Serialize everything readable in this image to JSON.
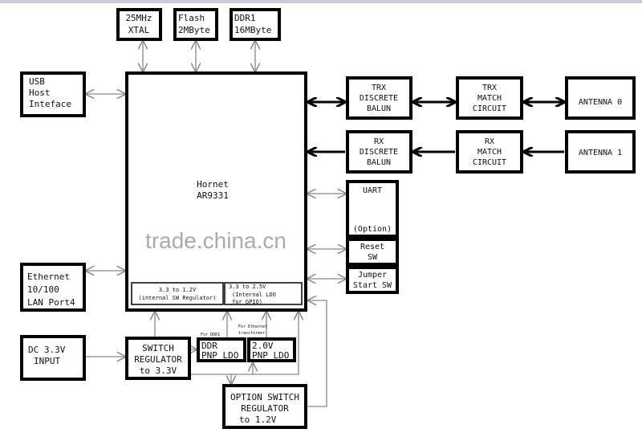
{
  "chip": {
    "name": "Hornet",
    "model": "AR9331",
    "reg1_line1": "3.3 to 1.2V",
    "reg1_line2": "(internal SW Regulator)",
    "reg2_line1": "3.3 to 2.5V",
    "reg2_line2": "(Internal LDO",
    "reg2_line3": "for GPIO)"
  },
  "top": [
    {
      "l1": "25MHz",
      "l2": "XTAL"
    },
    {
      "l1": "Flash",
      "l2": "2MByte"
    },
    {
      "l1": "DDR1",
      "l2": "16MByte"
    }
  ],
  "usb": {
    "l1": "USB",
    "l2": "Host",
    "l3": "Inteface"
  },
  "ethernet": {
    "l1": "Ethernet",
    "l2": "10/100",
    "l3": "LAN Port4"
  },
  "dc": {
    "l1": "DC  3.3V",
    "l2": "INPUT"
  },
  "switch_reg": {
    "l1": "SWITCH",
    "l2": "REGULATOR",
    "l3": "to 3.3V"
  },
  "ddr_ldo": {
    "note": "For DDR1",
    "l1": "DDR",
    "l2": "PNP LDO"
  },
  "ldo20": {
    "note1": "For Ethernet",
    "note2": "transformer",
    "l1": "2.0V",
    "l2": "PNP LDO"
  },
  "option_reg": {
    "l1": "OPTION SWITCH",
    "l2": "REGULATOR",
    "l3": "to 1.2V"
  },
  "trx": {
    "balun1": "TRX",
    "balun2": "DISCRETE",
    "balun3": "BALUN",
    "match1": "TRX",
    "match2": "MATCH",
    "match3": "CIRCUIT",
    "antenna": "ANTENNA 0"
  },
  "rx": {
    "balun1": "RX",
    "balun2": "DISCRETE",
    "balun3": "BALUN",
    "match1": "RX",
    "match2": "MATCH",
    "match3": "CIRCUIT",
    "antenna": "ANTENNA 1"
  },
  "uart": {
    "l1": "UART",
    "l2": "(Option)"
  },
  "reset": {
    "l1": "Reset",
    "l2": "SW"
  },
  "jumper": {
    "l1": "Jumper",
    "l2": "Start SW"
  },
  "watermark": "trade.china.cn"
}
